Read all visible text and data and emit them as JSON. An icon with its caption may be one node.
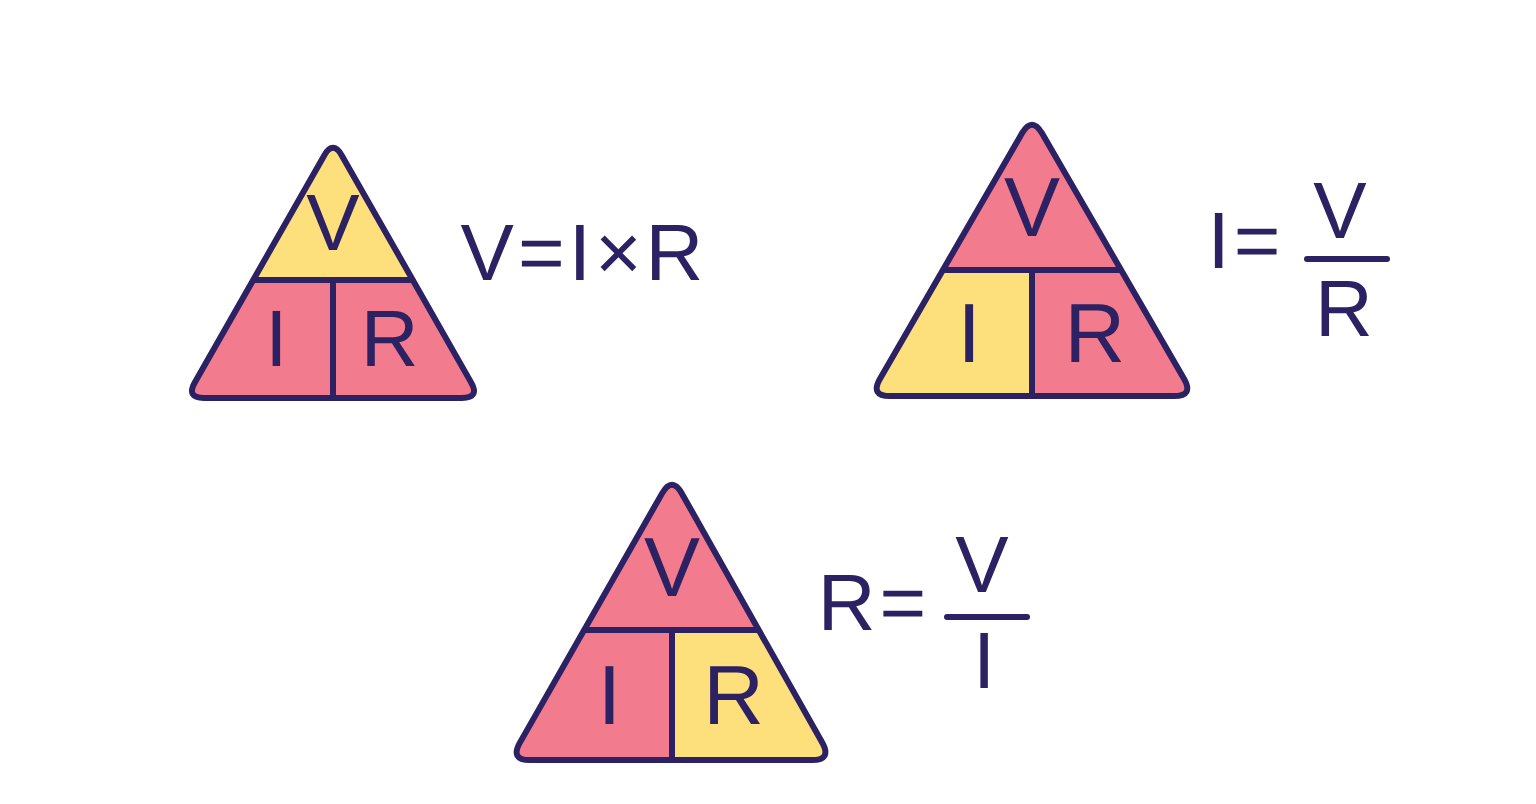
{
  "diagram": {
    "nodes": [
      {
        "text": [],
        "shape": "triangle",
        "beside": [
          "V=I×R"
        ]
      },
      {
        "text": [
          "V"
        ],
        "in": 0
      },
      {
        "text": [
          "I"
        ],
        "in": 0
      },
      {
        "text": [
          "R"
        ],
        "in": 0
      },
      {
        "text": [],
        "shape": "triangle",
        "beside": [
          "I=",
          "V",
          "R"
        ]
      },
      {
        "text": [
          "V"
        ],
        "in": 4
      },
      {
        "text": [
          "I"
        ],
        "in": 4
      },
      {
        "text": [
          "R"
        ],
        "in": 4
      },
      {
        "text": [],
        "shape": "triangle",
        "beside": [
          "R=",
          "V",
          "I"
        ]
      },
      {
        "text": [
          "V"
        ],
        "in": 8
      },
      {
        "text": [
          "I"
        ],
        "in": 8
      },
      {
        "text": [
          "R"
        ],
        "in": 8
      }
    ]
  }
}
